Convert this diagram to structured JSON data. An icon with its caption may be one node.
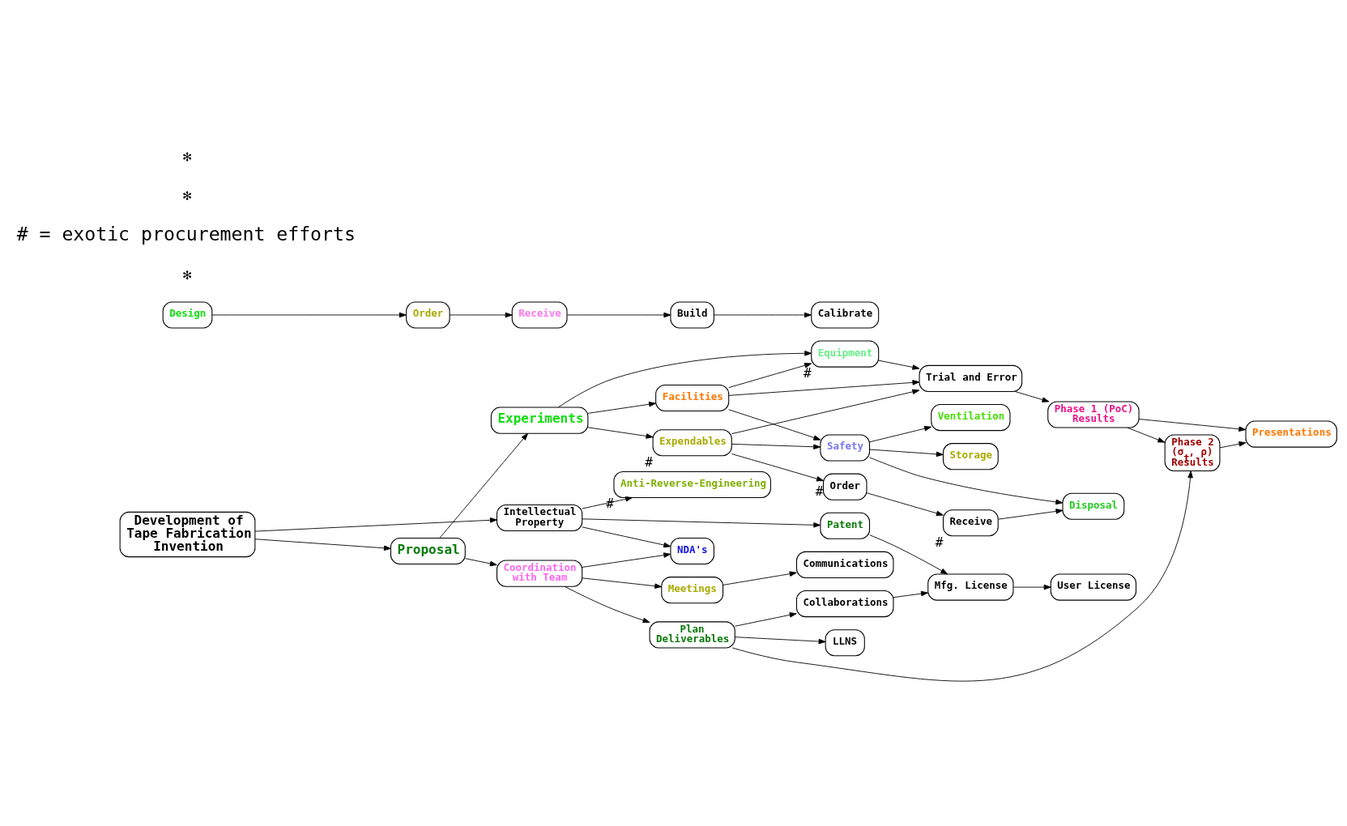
{
  "diagram": {
    "nodes": [
      {
        "text": [
          "Development of Tape Fabrication Invention"
        ]
      },
      {
        "text": [
          "Intellectual Property"
        ]
      },
      {
        "text": [
          "NDA's"
        ]
      },
      {
        "text": [
          "Patent"
        ]
      },
      {
        "text": [
          "Mfg. License"
        ]
      },
      {
        "text": [
          "User License"
        ]
      },
      {
        "text": [
          "Anti-Reverse-Engineering"
        ],
        "beside": [
          "#"
        ]
      },
      {
        "text": [
          "Communications"
        ]
      },
      {
        "text": [
          "Meetings"
        ]
      },
      {
        "text": [
          "Coordination with Team"
        ]
      },
      {
        "text": [
          "Proposal"
        ]
      },
      {
        "text": [
          "Plan Deliverables"
        ]
      },
      {
        "text": [
          "Collaborations"
        ]
      },
      {
        "text": [
          "LLNS"
        ]
      },
      {
        "text": [
          "Phase 2 (σ$_{t}$, ρ) Results"
        ]
      },
      {
        "text": [
          "Facilities"
        ]
      },
      {
        "text": [
          "Safety"
        ]
      },
      {
        "text": [
          "Ventilation"
        ]
      },
      {
        "text": [
          "Storage"
        ]
      },
      {
        "text": [
          "Disposal"
        ]
      },
      {
        "text": [
          "Experiments"
        ]
      },
      {
        "text": [
          "Equipment"
        ],
        "beside": [
          "#"
        ]
      },
      {
        "text": [
          "Expendables"
        ],
        "beside": [
          "#"
        ]
      },
      {
        "text": [
          "Order"
        ],
        "beside": [
          "#"
        ]
      },
      {
        "text": [
          "Receive"
        ],
        "beside": [
          "#"
        ]
      },
      {
        "text": [
          "Trial and Error"
        ]
      },
      {
        "text": [
          "Phase 1 (PoC) Results"
        ]
      },
      {
        "text": [
          "Presentations"
        ]
      },
      {
        "text": [
          "Design"
        ]
      },
      {
        "text": [
          "Order"
        ]
      },
      {
        "text": [
          "Receive"
        ]
      },
      {
        "text": [
          "Build"
        ]
      },
      {
        "text": [
          "Calibrate"
        ]
      }
    ],
    "edges": [
      {
        "from": 0,
        "to": 1,
        "arrow": "to"
      },
      {
        "from": 0,
        "to": 10,
        "arrow": "to"
      },
      {
        "from": 1,
        "to": 2,
        "arrow": "to"
      },
      {
        "from": 1,
        "to": 3,
        "arrow": "to"
      },
      {
        "from": 1,
        "to": 6,
        "arrow": "to"
      },
      {
        "from": 3,
        "to": 4,
        "arrow": "to"
      },
      {
        "from": 4,
        "to": 5,
        "arrow": "to"
      },
      {
        "from": 9,
        "to": 2,
        "arrow": "to"
      },
      {
        "from": 10,
        "to": 9,
        "arrow": "to"
      },
      {
        "from": 10,
        "to": 20,
        "arrow": "to"
      },
      {
        "from": 9,
        "to": 8,
        "arrow": "to"
      },
      {
        "from": 9,
        "to": 11,
        "arrow": "to"
      },
      {
        "from": 8,
        "to": 7,
        "arrow": "to"
      },
      {
        "from": 11,
        "to": 12,
        "arrow": "to"
      },
      {
        "from": 11,
        "to": 13,
        "arrow": "to"
      },
      {
        "from": 11,
        "to": 14,
        "arrow": "to"
      },
      {
        "from": 12,
        "to": 4,
        "arrow": "to"
      },
      {
        "from": 20,
        "to": 15,
        "arrow": "to"
      },
      {
        "from": 20,
        "to": 21,
        "arrow": "to"
      },
      {
        "from": 20,
        "to": 22,
        "arrow": "to"
      },
      {
        "from": 15,
        "to": 16,
        "arrow": "to"
      },
      {
        "from": 15,
        "to": 21,
        "arrow": "to"
      },
      {
        "from": 15,
        "to": 25,
        "arrow": "to"
      },
      {
        "from": 16,
        "to": 17,
        "arrow": "to"
      },
      {
        "from": 16,
        "to": 18,
        "arrow": "to"
      },
      {
        "from": 16,
        "to": 19,
        "arrow": "to"
      },
      {
        "from": 22,
        "to": 16,
        "arrow": "to"
      },
      {
        "from": 21,
        "to": 25,
        "arrow": "to"
      },
      {
        "from": 22,
        "to": 23,
        "arrow": "to"
      },
      {
        "from": 23,
        "to": 24,
        "arrow": "to"
      },
      {
        "from": 24,
        "to": 19,
        "arrow": "to"
      },
      {
        "from": 22,
        "to": 25,
        "arrow": "to"
      },
      {
        "from": 25,
        "to": 26,
        "arrow": "to"
      },
      {
        "from": 26,
        "to": 14,
        "arrow": "to"
      },
      {
        "from": 26,
        "to": 27,
        "arrow": "to"
      },
      {
        "from": 14,
        "to": 27,
        "arrow": "to"
      },
      {
        "from": 28,
        "to": 29,
        "arrow": "to"
      },
      {
        "from": 29,
        "to": 30,
        "arrow": "to"
      },
      {
        "from": 30,
        "to": 31,
        "arrow": "to"
      },
      {
        "from": 31,
        "to": 32,
        "arrow": "to"
      }
    ],
    "labels": [
      "✻",
      "# = exotic procurement efforts",
      "✻",
      "✻"
    ]
  }
}
